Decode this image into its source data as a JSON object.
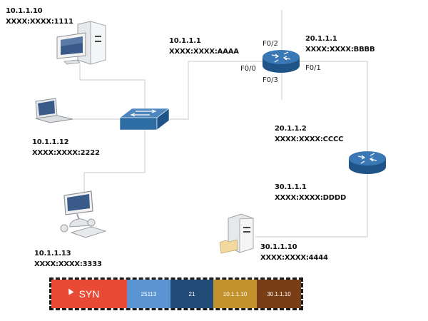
{
  "hosts": [
    {
      "name": "desktop-pc",
      "ipv4": "10.1.1.10",
      "ipv6": "XXXX:XXXX:1111"
    },
    {
      "name": "laptop",
      "ipv4": "10.1.1.12",
      "ipv6": "XXXX:XXXX:2222"
    },
    {
      "name": "imac",
      "ipv4": "10.1.1.13",
      "ipv6": "XXXX:XXXX:3333"
    },
    {
      "name": "server",
      "ipv4": "30.1.1.10",
      "ipv6": "XXXX:XXXX:4444"
    }
  ],
  "router1": {
    "interfaces": {
      "f00": {
        "port": "F0/0",
        "ipv4": "10.1.1.1",
        "ipv6": "XXXX:XXXX:AAAA"
      },
      "f01": {
        "port": "F0/1",
        "ipv4": "20.1.1.1",
        "ipv6": "XXXX:XXXX:BBBB"
      },
      "f02": {
        "port": "F0/2"
      },
      "f03": {
        "port": "F0/3"
      }
    }
  },
  "router2": {
    "interfaces": {
      "upper": {
        "ipv4": "20.1.1.2",
        "ipv6": "XXXX:XXXX:CCCC"
      },
      "lower": {
        "ipv4": "30.1.1.1",
        "ipv6": "XXXX:XXXX:DDDD"
      }
    }
  },
  "packet": {
    "flag": "SYN",
    "src_port": "25113",
    "dst_port": "21",
    "src_ip": "10.1.1.10",
    "dst_ip": "30.1.1.10",
    "colors": {
      "flag": "#e84a35",
      "src_port": "#5b94d3",
      "dst_port": "#234b77",
      "src_ip": "#c4922c",
      "dst_ip": "#7a3e17"
    }
  },
  "colors": {
    "device_blue": "#2e6da4",
    "link": "#c8c8c8"
  }
}
